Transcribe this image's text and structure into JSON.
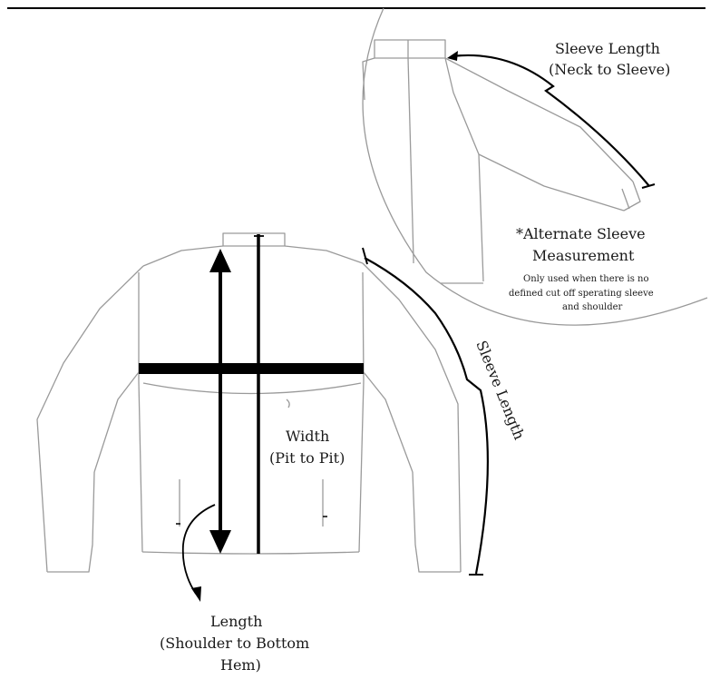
{
  "labels": {
    "sleeve_length_top": "Sleeve  Length",
    "neck_to_sleeve": "(Neck to Sleeve)",
    "alternate_title": "*Alternate Sleeve",
    "alternate_subtitle": "Measurement",
    "alternate_note_1": "Only used when there is no",
    "alternate_note_2": "defined cut off sperating sleeve",
    "alternate_note_3": "and shoulder",
    "sleeve_length_side": "Sleeve Length",
    "width": "Width",
    "pit_to_pit": "(Pit to Pit)",
    "length": "Length",
    "shoulder_to_bottom": "(Shoulder to Bottom",
    "hem": "Hem)"
  },
  "colors": {
    "outline": "#9a9a9a",
    "ink": "#000000",
    "text": "#1a1a1a"
  }
}
